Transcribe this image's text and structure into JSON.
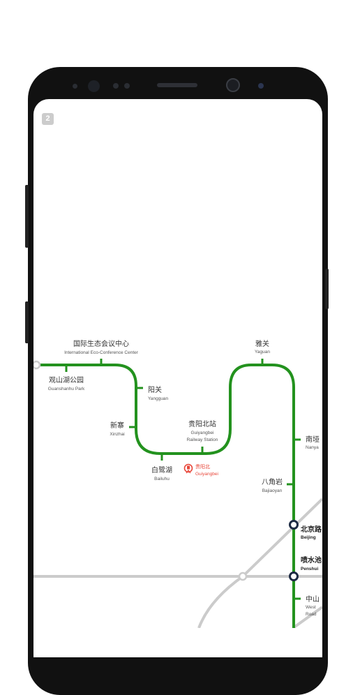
{
  "badge": {
    "line_number": "2"
  },
  "stations": {
    "eco_center": {
      "cn": "国际生态会议中心",
      "en": "International Eco-Conference Center"
    },
    "guanshanhu": {
      "cn": "观山湖公园",
      "en": "Guanshanhu Park"
    },
    "yangguan": {
      "cn": "阳关",
      "en": "Yangguan"
    },
    "xinzhai": {
      "cn": "新寨",
      "en": "Xinzhai"
    },
    "guiyangbei": {
      "cn": "贵阳北站",
      "en1": "Guiyangbei",
      "en2": "Railway Station"
    },
    "bailuhu": {
      "cn": "白鹭湖",
      "en": "Bailuhu"
    },
    "guiyangbei_rail": {
      "cn": "贵阳北",
      "en": "Guiyangbei"
    },
    "yaguan": {
      "cn": "雅关",
      "en": "Yaguan"
    },
    "nanya": {
      "cn": "南垭",
      "en": "Nanya"
    },
    "bajiaoyan": {
      "cn": "八角岩",
      "en": "Bajiaoyan"
    },
    "beijinglu": {
      "cn": "北京路",
      "en": "Beijing"
    },
    "penshuichi": {
      "cn": "喷水池",
      "en": "Penshui"
    },
    "zhongshan": {
      "cn": "中山",
      "en1": "West",
      "en2": "Road"
    }
  },
  "colors": {
    "line2": "#23921e",
    "grey_line": "#cbcbcb",
    "railway_red": "#e8473a"
  }
}
